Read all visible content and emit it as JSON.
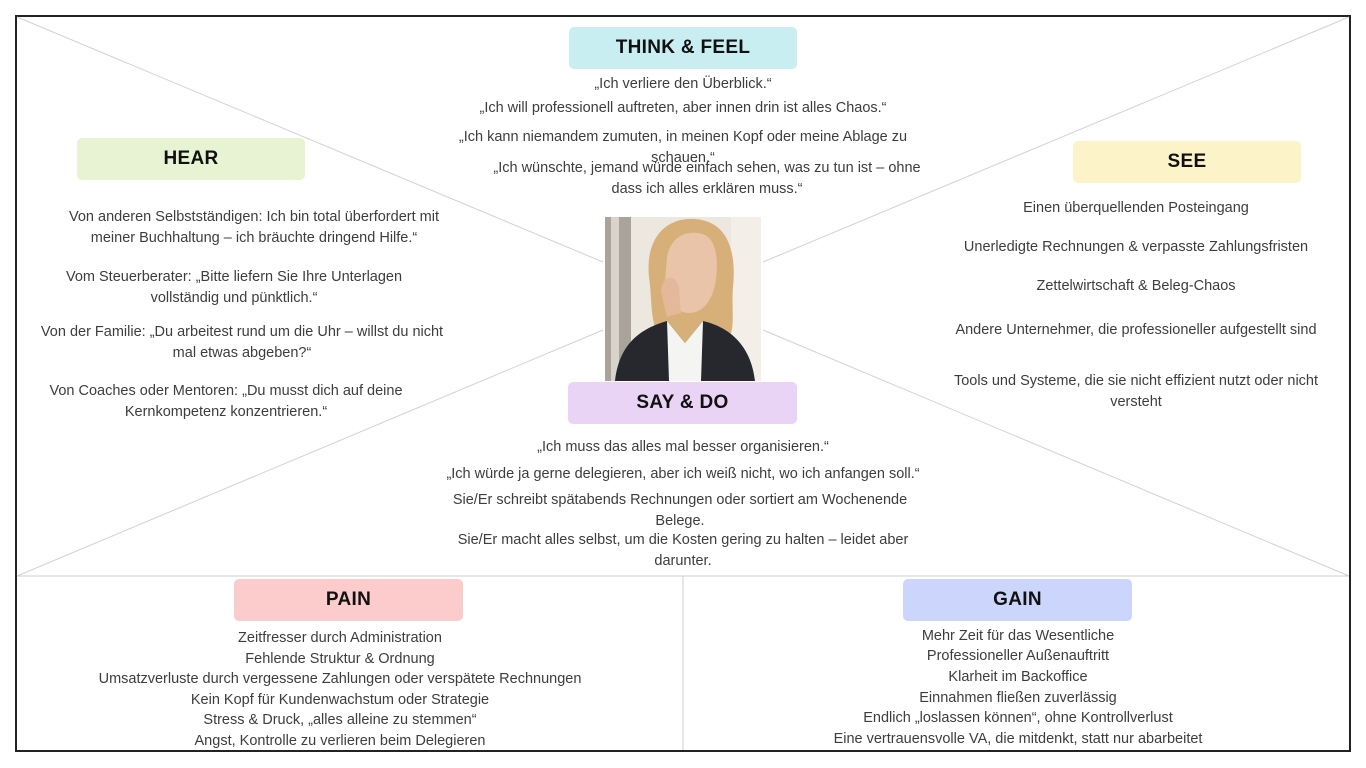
{
  "think_feel": {
    "heading": "THINK & FEEL",
    "items": [
      "„Ich verliere den Überblick.“",
      "„Ich will professionell auftreten, aber innen drin ist alles Chaos.“",
      "„Ich kann niemandem zumuten, in meinen Kopf oder meine Ablage zu schauen.“",
      "„Ich wünschte, jemand würde einfach sehen, was zu tun ist – ohne dass ich alles erklären muss.“"
    ],
    "color": "#c9eef2"
  },
  "hear": {
    "heading": "HEAR",
    "items": [
      "Von anderen Selbstständigen: Ich bin total überfordert mit meiner Buchhaltung – ich bräuchte dringend Hilfe.“",
      "Vom Steuerberater: „Bitte liefern Sie Ihre Unterlagen vollständig und pünktlich.“",
      "Von der Familie: „Du arbeitest rund um die Uhr – willst du nicht mal etwas abgeben?“",
      "Von Coaches oder Mentoren: „Du musst dich auf deine Kernkompetenz konzentrieren.“"
    ],
    "color": "#e7f3d3"
  },
  "see": {
    "heading": "SEE",
    "items": [
      "Einen überquellenden Posteingang",
      "Unerledigte Rechnungen & verpasste Zahlungsfristen",
      "Zettelwirtschaft & Beleg-Chaos",
      "Andere Unternehmer, die professioneller aufgestellt sind",
      "Tools und Systeme, die sie nicht effizient nutzt oder nicht versteht"
    ],
    "color": "#fdf3c9"
  },
  "say_do": {
    "heading": "SAY & DO",
    "items": [
      "„Ich muss das alles mal besser organisieren.“",
      "„Ich würde ja gerne delegieren, aber ich weiß nicht, wo ich anfangen soll.“",
      "Sie/Er schreibt spätabends Rechnungen oder sortiert am Wochenende Belege.",
      "Sie/Er macht alles selbst, um die Kosten gering zu halten – leidet aber darunter."
    ],
    "color": "#ead4f5"
  },
  "pain": {
    "heading": "PAIN",
    "items": [
      "Zeitfresser durch Administration",
      "Fehlende Struktur & Ordnung",
      "Umsatzverluste durch vergessene Zahlungen oder verspätete Rechnungen",
      "Kein Kopf für Kundenwachstum oder Strategie",
      "Stress & Druck, „alles alleine zu stemmen“",
      "Angst, Kontrolle zu verlieren beim Delegieren"
    ],
    "color": "#fccccc"
  },
  "gain": {
    "heading": "GAIN",
    "items": [
      "Mehr Zeit für das Wesentliche",
      "Professioneller Außenauftritt",
      "Klarheit im Backoffice",
      "Einnahmen fließen zuverlässig",
      "Endlich „loslassen können“, ohne Kontrollverlust",
      "Eine vertrauensvolle VA, die mitdenkt, statt nur abarbeitet"
    ],
    "color": "#ccd6fd"
  }
}
